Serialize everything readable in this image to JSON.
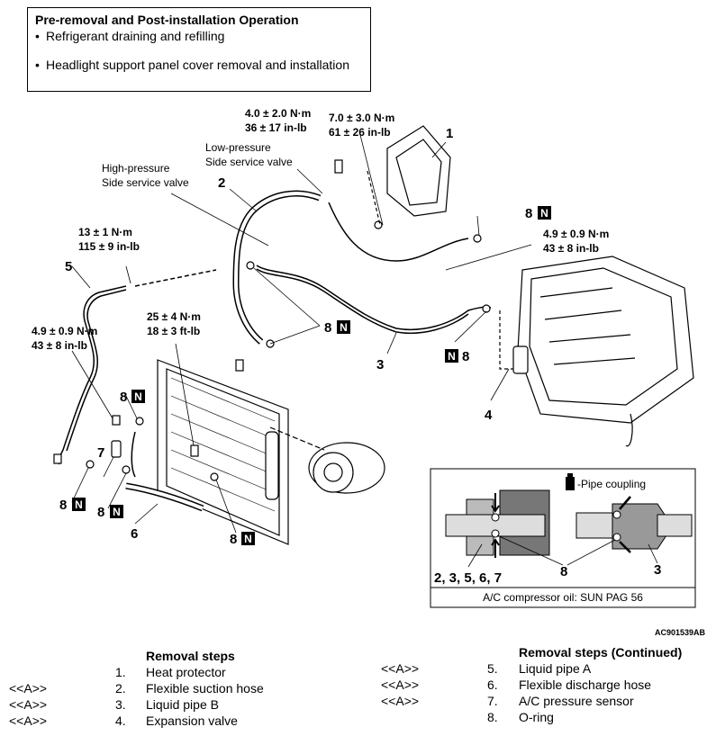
{
  "pre_ops": {
    "title": "Pre-removal and Post-installation Operation",
    "items": [
      "Refrigerant draining and refilling",
      "Headlight support panel cover removal and installation"
    ]
  },
  "torques": {
    "t1a": "4.0 ± 2.0 N·m",
    "t1b": "36 ± 17 in-lb",
    "t2a": "7.0 ± 3.0 N·m",
    "t2b": "61 ± 26 in-lb",
    "t3a": "13 ± 1 N·m",
    "t3b": "115 ± 9 in-lb",
    "t4a": "4.9 ± 0.9 N·m",
    "t4b": "43 ± 8 in-lb",
    "t5a": "25 ± 4 N·m",
    "t5b": "18 ± 3 ft-lb",
    "t6a": "4.9 ± 0.9 N·m",
    "t6b": "43 ± 8 in-lb"
  },
  "labels": {
    "low_a": "Low-pressure",
    "low_b": "Side service valve",
    "high_a": "High-pressure",
    "high_b": "Side service valve",
    "pipe_coupling": "-Pipe coupling",
    "inset_parts": "2, 3, 5, 6, 7",
    "inset_oring": "8",
    "inset_three": "3",
    "compressor_oil": "A/C compressor oil: SUN PAG 56",
    "new_mark": "N"
  },
  "callouts": [
    "1",
    "2",
    "3",
    "4",
    "5",
    "6",
    "7",
    "8"
  ],
  "figure_code": "AC901539AB",
  "steps_left": {
    "heading": "Removal steps",
    "rows": [
      {
        "ref": "",
        "n": "1.",
        "t": "Heat protector"
      },
      {
        "ref": "<<A>>",
        "n": "2.",
        "t": "Flexible suction hose"
      },
      {
        "ref": "<<A>>",
        "n": "3.",
        "t": "Liquid pipe B"
      },
      {
        "ref": "<<A>>",
        "n": "4.",
        "t": "Expansion valve"
      }
    ]
  },
  "steps_right": {
    "heading": "Removal steps (Continued)",
    "rows": [
      {
        "ref": "<<A>>",
        "n": "5.",
        "t": "Liquid pipe A"
      },
      {
        "ref": "<<A>>",
        "n": "6.",
        "t": "Flexible discharge hose"
      },
      {
        "ref": "<<A>>",
        "n": "7.",
        "t": "A/C pressure sensor"
      },
      {
        "ref": "",
        "n": "8.",
        "t": "O-ring"
      }
    ]
  }
}
